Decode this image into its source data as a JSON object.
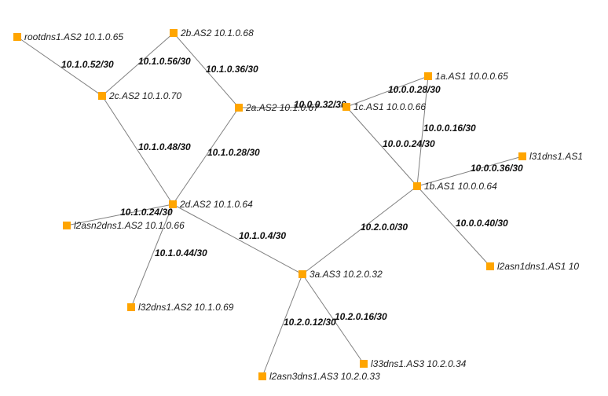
{
  "diagram": {
    "node_color": "#ffa500",
    "edge_color": "#808080",
    "nodes": [
      {
        "id": "rootdns1.AS2",
        "label": "rootdns1.AS2 10.1.0.65"
      },
      {
        "id": "2b.AS2",
        "label": "2b.AS2 10.1.0.68"
      },
      {
        "id": "2c.AS2",
        "label": "2c.AS2 10.1.0.70"
      },
      {
        "id": "2a.AS2",
        "label": "2a.AS2 10.1.0.67"
      },
      {
        "id": "1c.AS1",
        "label": "1c.AS1 10.0.0.66"
      },
      {
        "id": "1a.AS1",
        "label": "1a.AS1 10.0.0.65"
      },
      {
        "id": "l31dns1.AS1",
        "label": "l31dns1.AS1"
      },
      {
        "id": "1b.AS1",
        "label": "1b.AS1 10.0.0.64"
      },
      {
        "id": "2d.AS2",
        "label": "2d.AS2 10.1.0.64"
      },
      {
        "id": "l2asn2dns1.AS2",
        "label": "l2asn2dns1.AS2 10.1.0.66"
      },
      {
        "id": "l2asn1dns1.AS1",
        "label": "l2asn1dns1.AS1 10"
      },
      {
        "id": "3a.AS3",
        "label": "3a.AS3 10.2.0.32"
      },
      {
        "id": "l32dns1.AS2",
        "label": "l32dns1.AS2 10.1.0.69"
      },
      {
        "id": "l33dns1.AS3",
        "label": "l33dns1.AS3 10.2.0.34"
      },
      {
        "id": "l2asn3dns1.AS3",
        "label": "l2asn3dns1.AS3 10.2.0.33"
      }
    ],
    "edges": [
      {
        "from": "rootdns1.AS2",
        "to": "2c.AS2",
        "label": "10.1.0.52/30"
      },
      {
        "from": "2b.AS2",
        "to": "2c.AS2",
        "label": "10.1.0.56/30"
      },
      {
        "from": "2b.AS2",
        "to": "2a.AS2",
        "label": "10.1.0.36/30"
      },
      {
        "from": "2a.AS2",
        "to": "1c.AS1",
        "label": "10.0.0.32/30"
      },
      {
        "from": "1c.AS1",
        "to": "1a.AS1",
        "label": "10.0.0.28/30"
      },
      {
        "from": "1a.AS1",
        "to": "1b.AS1",
        "label": "10.0.0.16/30"
      },
      {
        "from": "1c.AS1",
        "to": "1b.AS1",
        "label": "10.0.0.24/30"
      },
      {
        "from": "1b.AS1",
        "to": "l31dns1.AS1",
        "label": "10.0.0.36/30"
      },
      {
        "from": "1b.AS1",
        "to": "l2asn1dns1.AS1",
        "label": "10.0.0.40/30"
      },
      {
        "from": "2c.AS2",
        "to": "2d.AS2",
        "label": "10.1.0.48/30"
      },
      {
        "from": "2a.AS2",
        "to": "2d.AS2",
        "label": "10.1.0.28/30"
      },
      {
        "from": "2d.AS2",
        "to": "l2asn2dns1.AS2",
        "label": "10.1.0.24/30"
      },
      {
        "from": "2d.AS2",
        "to": "l32dns1.AS2",
        "label": "10.1.0.44/30"
      },
      {
        "from": "2d.AS2",
        "to": "3a.AS3",
        "label": "10.1.0.4/30"
      },
      {
        "from": "1b.AS1",
        "to": "3a.AS3",
        "label": "10.2.0.0/30"
      },
      {
        "from": "3a.AS3",
        "to": "l2asn3dns1.AS3",
        "label": "10.2.0.12/30"
      },
      {
        "from": "3a.AS3",
        "to": "l33dns1.AS3",
        "label": "10.2.0.16/30"
      }
    ]
  }
}
